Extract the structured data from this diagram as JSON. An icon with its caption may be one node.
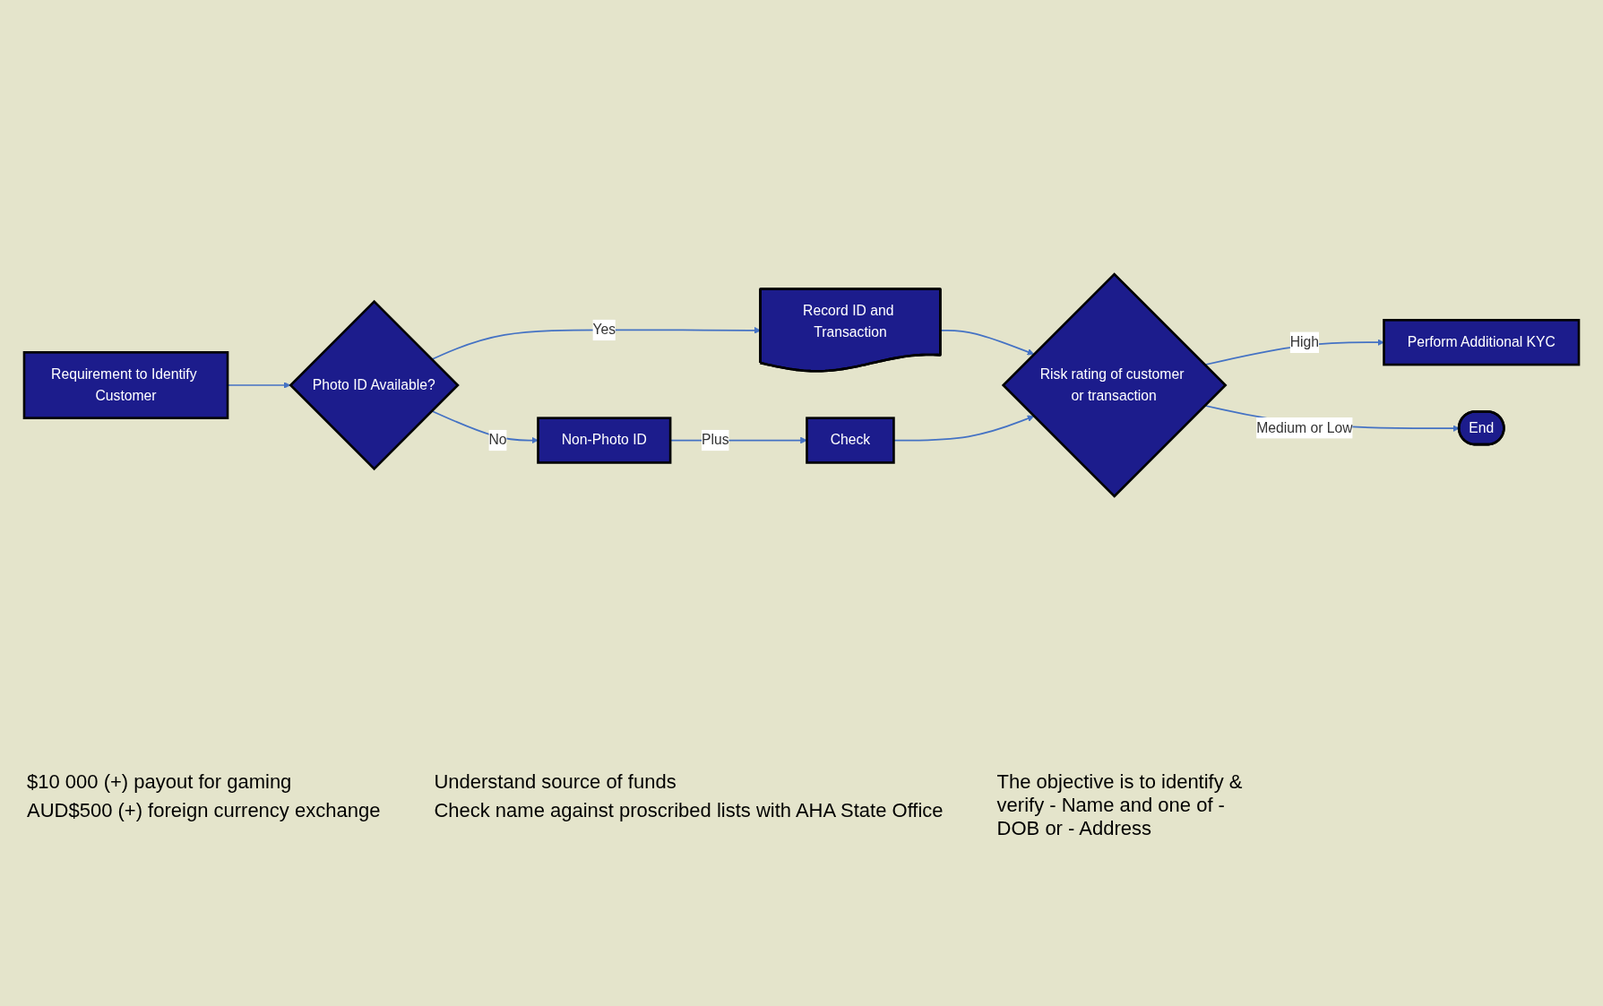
{
  "diagram": {
    "nodes": [
      {
        "text": [
          "Requirement to Identify Customer"
        ],
        "beside": [
          "$10 000 (+) payout for gaming",
          "AUD$500 (+) foreign currency exchange"
        ]
      },
      {
        "text": [
          "Photo ID Available?"
        ]
      },
      {
        "text": [
          "Record ID and Transaction"
        ]
      },
      {
        "text": [
          "Non-Photo ID"
        ]
      },
      {
        "text": [
          "Check"
        ]
      },
      {
        "text": [
          "Risk rating of customer or transaction"
        ]
      },
      {
        "text": [
          "Perform Additional KYC"
        ],
        "beside": [
          "Understand source of funds",
          "Check name against proscribed lists with AHA State Office"
        ]
      },
      {
        "text": [
          "End"
        ]
      }
    ],
    "edges": [
      {
        "from": 0,
        "to": 1,
        "arrow": "to"
      },
      {
        "from": 1,
        "to": 2,
        "arrow": "to",
        "label": "Yes"
      },
      {
        "from": 1,
        "to": 3,
        "arrow": "to",
        "label": "No"
      },
      {
        "from": 3,
        "to": 4,
        "arrow": "to",
        "label": "Plus"
      },
      {
        "from": 2,
        "to": 5,
        "arrow": "to"
      },
      {
        "from": 4,
        "to": 5,
        "arrow": "to"
      },
      {
        "from": 5,
        "to": 6,
        "arrow": "to",
        "label": "High"
      },
      {
        "from": 5,
        "to": 7,
        "arrow": "to",
        "label": "Medium or Low"
      }
    ],
    "labels": [
      "The objective is to identify & verify - Name and one of - DOB or - Address"
    ]
  }
}
